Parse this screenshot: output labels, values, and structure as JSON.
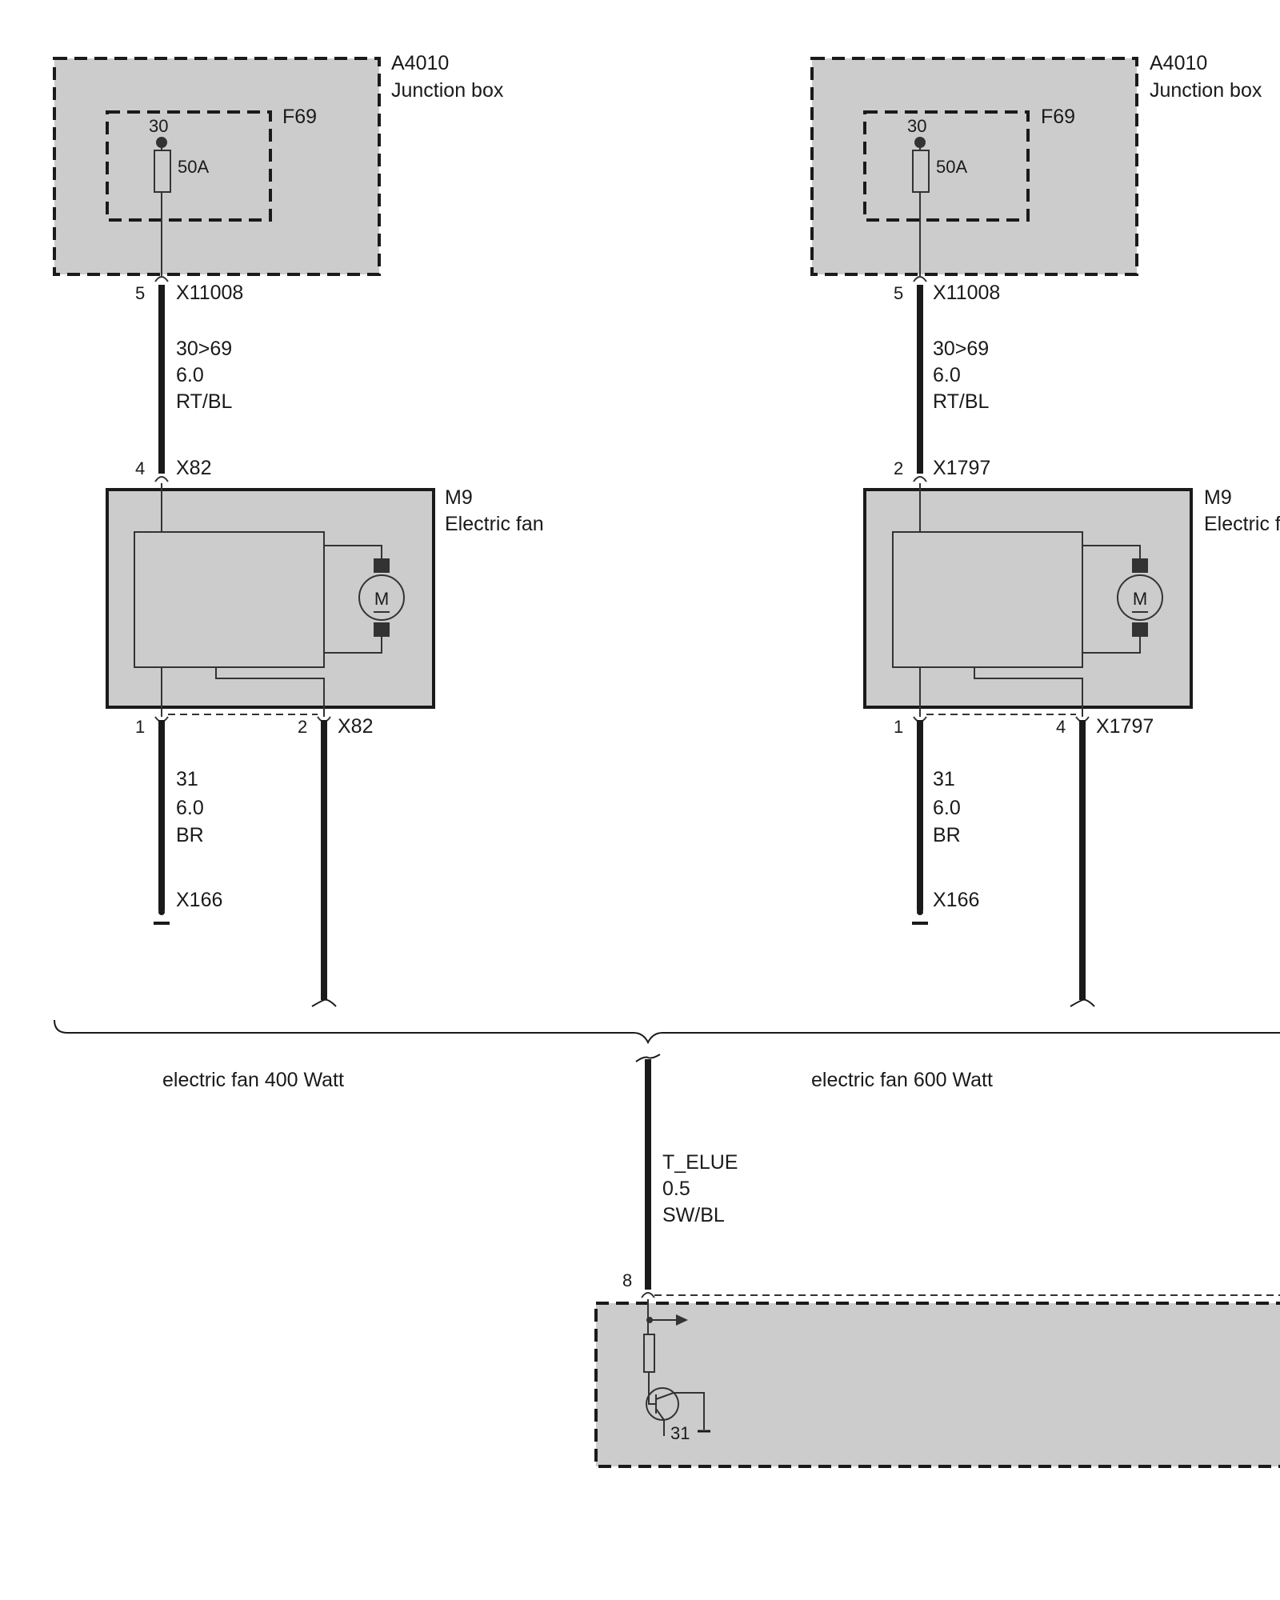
{
  "panels": [
    {
      "junction_box": {
        "id": "A4010",
        "name": "Junction box"
      },
      "fuse": {
        "id": "F69",
        "terminal": "30",
        "rating": "50A"
      },
      "upper_connector": {
        "pin": "5",
        "id": "X11008"
      },
      "feed_wire": {
        "circuit": "30>69",
        "gauge": "6.0",
        "color": "RT/BL"
      },
      "fan_input_connector": {
        "pin": "4",
        "id": "X82"
      },
      "fan": {
        "id": "M9",
        "name": "Electric fan"
      },
      "ground_pin": "1",
      "signal_connector": {
        "pin": "2",
        "id": "X82"
      },
      "ground_wire": {
        "circuit": "31",
        "gauge": "6.0",
        "color": "BR"
      },
      "ground_point": "X166"
    },
    {
      "junction_box": {
        "id": "A4010",
        "name": "Junction box"
      },
      "fuse": {
        "id": "F69",
        "terminal": "30",
        "rating": "50A"
      },
      "upper_connector": {
        "pin": "5",
        "id": "X11008"
      },
      "feed_wire": {
        "circuit": "30>69",
        "gauge": "6.0",
        "color": "RT/BL"
      },
      "fan_input_connector": {
        "pin": "2",
        "id": "X1797"
      },
      "fan": {
        "id": "M9",
        "name": "Electric f"
      },
      "ground_pin": "1",
      "signal_connector": {
        "pin": "4",
        "id": "X1797"
      },
      "ground_wire": {
        "circuit": "31",
        "gauge": "6.0",
        "color": "BR"
      },
      "ground_point": "X166"
    }
  ],
  "variants": {
    "left": "electric fan 400 Watt",
    "right": "electric fan 600 Watt"
  },
  "signal_wire": {
    "circuit": "T_ELUE",
    "gauge": "0.5",
    "color": "SW/BL",
    "pin": "8"
  },
  "control_unit": {
    "ground_terminal": "31"
  },
  "motor_symbol": "M"
}
